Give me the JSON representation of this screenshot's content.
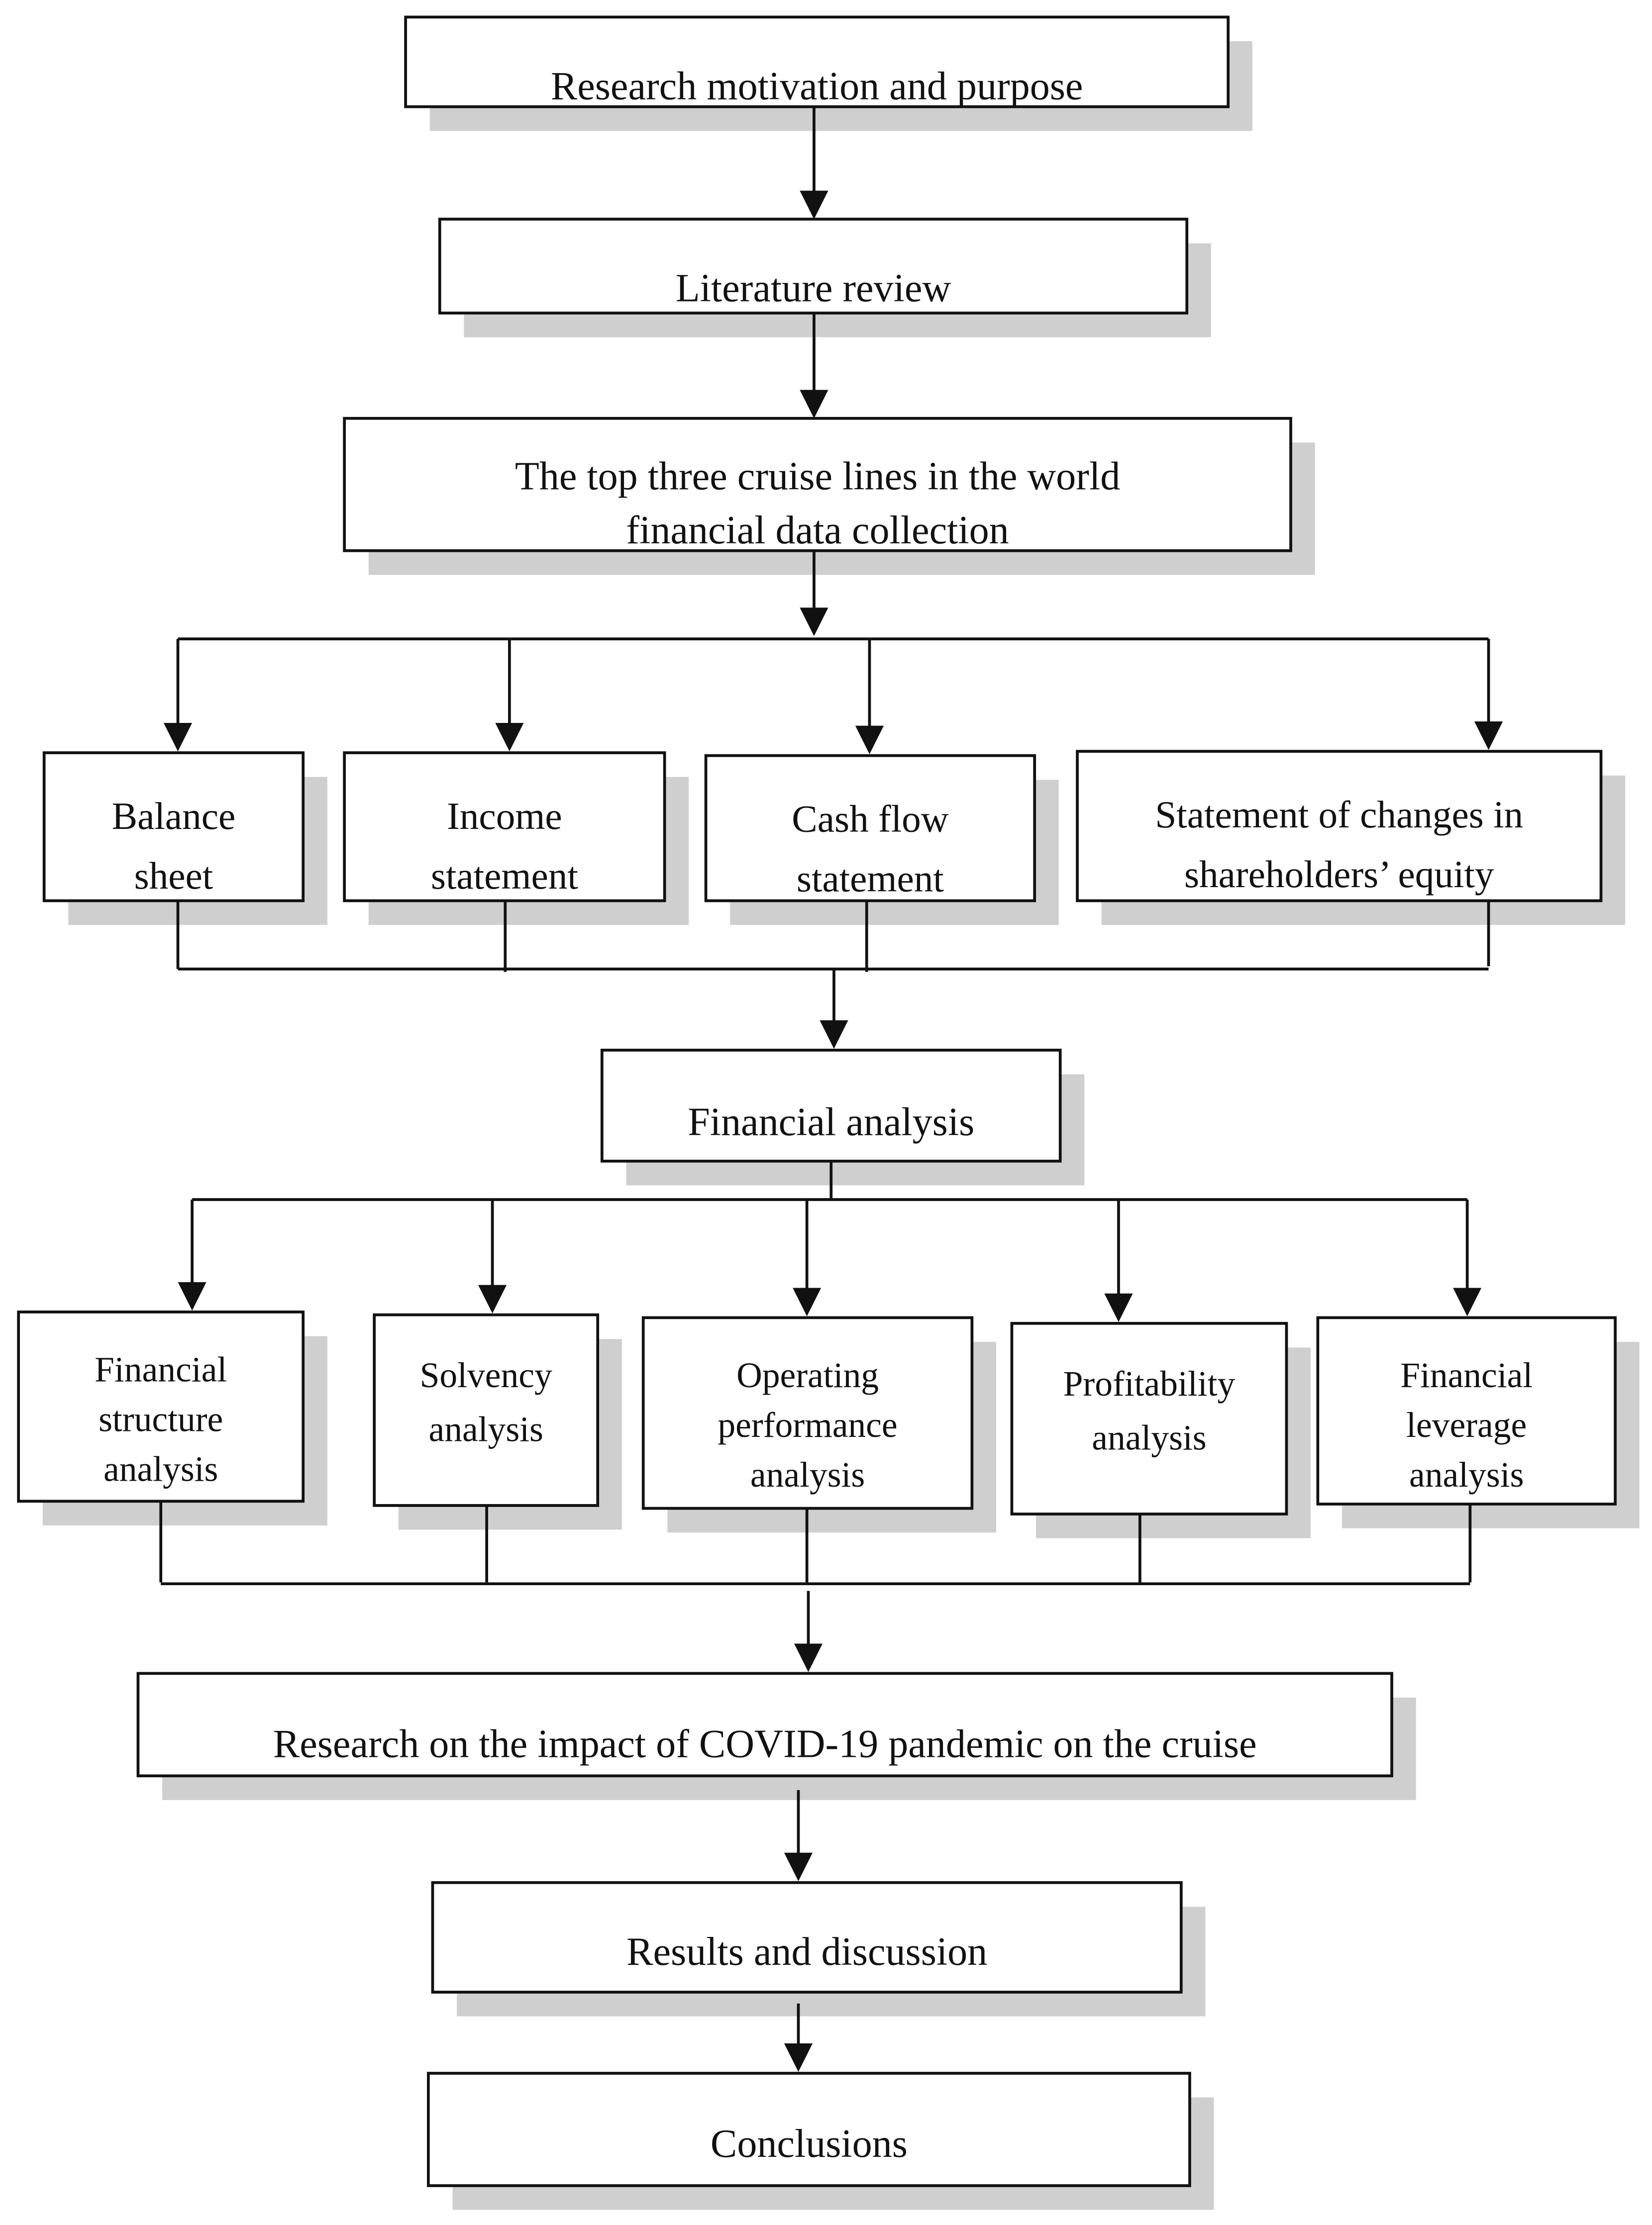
{
  "nodes": {
    "research_motivation": [
      "Research motivation and purpose"
    ],
    "literature_review": [
      "Literature review"
    ],
    "data_collection": [
      "The top three cruise lines in the world",
      "financial data collection"
    ],
    "balance_sheet": [
      "Balance",
      "sheet"
    ],
    "income_statement": [
      "Income",
      "statement"
    ],
    "cash_flow_statement": [
      "Cash flow",
      "statement"
    ],
    "equity_statement": [
      "Statement  of  changes  in",
      "shareholders’ equity"
    ],
    "financial_analysis": [
      "Financial analysis"
    ],
    "financial_structure": [
      "Financial",
      "structure",
      "analysis"
    ],
    "solvency": [
      "Solvency",
      "analysis"
    ],
    "operating_performance": [
      "Operating",
      "performance",
      "analysis"
    ],
    "profitability": [
      "Profitability",
      "analysis"
    ],
    "financial_leverage": [
      "Financial",
      "leverage",
      "analysis"
    ],
    "covid_impact": [
      "Research on the impact of COVID-19 pandemic on the cruise"
    ],
    "results": [
      "Results and discussion"
    ],
    "conclusions": [
      "Conclusions"
    ]
  },
  "colors": {
    "border": "#111111",
    "shadow": "#cfcfcf",
    "text": "#111111",
    "connector": "#111111"
  }
}
